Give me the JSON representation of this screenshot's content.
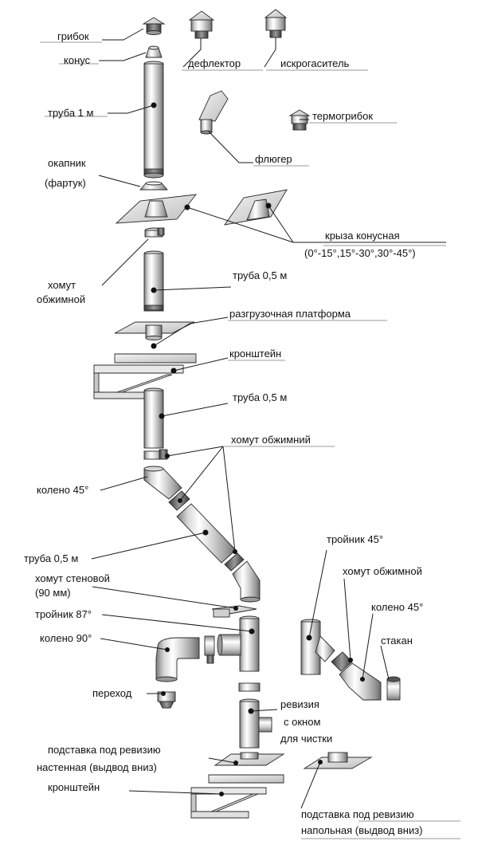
{
  "labels": {
    "gribok": "грибок",
    "konus": "конус",
    "deflektor": "дефлектор",
    "iskrogasitel": "искрогаситель",
    "truba_1m": "труба 1 м",
    "termogribok": "термогрибок",
    "fluger": "флюгер",
    "okapnik_1": "окапник",
    "okapnik_2": "(фартук)",
    "kryza_1": "крыза конусная",
    "kryza_2": "(0°-15°,15°-30°,30°-45°)",
    "khomut_obzhimnoy_1": "хомут",
    "khomut_obzhimnoy_2": "обжимной",
    "truba_05_top": "труба 0,5 м",
    "razgruzochnaya": "разгрузочная платформа",
    "kronshtein_top": "кронштейн",
    "truba_05_mid": "труба 0,5 м",
    "khomut_obzhimniy": "хомут обжимний",
    "koleno_45_left": "колено 45°",
    "truba_05_low": "труба 0,5 м",
    "khomut_stenovoy_1": "хомут стеновой",
    "khomut_stenovoy_2": "(90 мм)",
    "troynik_87": "тройник 87°",
    "koleno_90": "колено 90°",
    "troynik_45": "тройник 45°",
    "khomut_obzhimnoy_right": "хомут обжимной",
    "koleno_45_right": "колено 45°",
    "stakan": "стакан",
    "perekhod": "переход",
    "reviziya_1": "ревизия",
    "reviziya_2": "с окном",
    "reviziya_3": "для чистки",
    "podstavka_wall_1": "подставка под ревизию",
    "podstavka_wall_2": "настенная (выдвод вниз)",
    "kronshtein_bottom": "кронштейн",
    "podstavka_floor_1": "подставка под ревизию",
    "podstavka_floor_2": "напольная (выдвод вниз)"
  },
  "colors": {
    "metal_light": "#f2f2f2",
    "metal_mid": "#b8b8b8",
    "metal_dark": "#6e6e6e",
    "outline": "#2b2b2b",
    "text": "#111111"
  }
}
